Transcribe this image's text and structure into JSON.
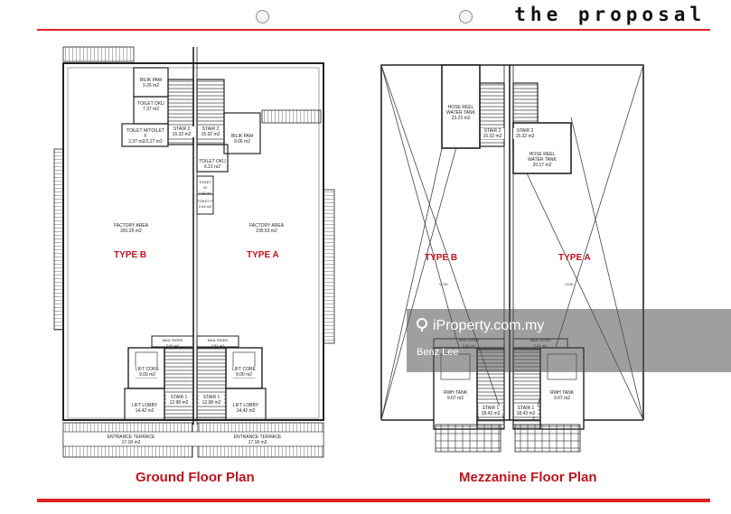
{
  "header": {
    "title": "the proposal"
  },
  "ground_floor": {
    "caption": "Ground Floor Plan",
    "rooms": {
      "bilik_pam_b": [
        "BILIK PAM",
        "9.26 m2"
      ],
      "toilet_oku_b": [
        "TOILET OKU",
        "7.37 m2"
      ],
      "toilet_mf_b": [
        "TOILET M/TOILET F",
        "2.37 m2/2.27 m2"
      ],
      "stair2_b": [
        "STAIR 2",
        "15.32 m2"
      ],
      "stair2_a": [
        "STAIR 2",
        "15.32 m2"
      ],
      "bilik_pam_a": [
        "BILIK PAM",
        "9.06 m2"
      ],
      "toilet_oku_a": [
        "TOILET OKU",
        "6.21 m2"
      ],
      "toilet_m_a": [
        "TOILET M",
        "2.44 m2"
      ],
      "toilet_f_a": [
        "TOILET F",
        "2.44 m2"
      ],
      "factory_b": [
        "FACTORY AREA",
        "281.25 m2"
      ],
      "factory_a": [
        "FACTORY AREA",
        "235.53 m2"
      ],
      "mail_b": [
        "MAIL RISER",
        "2.81 m2"
      ],
      "mail_a": [
        "MAIL RISER",
        "2.81 m2"
      ],
      "lift_core_b": [
        "LIFT CORE",
        "9.00 m2"
      ],
      "lift_core_a": [
        "LIFT CORE",
        "9.00 m2"
      ],
      "lift_lobby_b": [
        "LIFT LOBBY",
        "14.42 m2"
      ],
      "lift_lobby_a": [
        "LIFT LOBBY",
        "14.42 m2"
      ],
      "stair1_b": [
        "STAIR 1",
        "12.98 m2"
      ],
      "stair1_a": [
        "STAIR 1",
        "12.98 m2"
      ],
      "entrance_b": [
        "ENTRANCE TERRACE",
        "17.18 m2"
      ],
      "entrance_a": [
        "ENTRANCE TERRACE",
        "17.18 m2"
      ]
    },
    "type_b": "TYPE B",
    "type_a": "TYPE A"
  },
  "mezzanine": {
    "caption": "Mezzanine Floor Plan",
    "rooms": {
      "hose_reel_b": [
        "HOSE REEL",
        "WATER TANK",
        "23.23 m2"
      ],
      "hose_reel_a": [
        "HOSE REEL",
        "WATER TANK",
        "20.17 m2"
      ],
      "stair2_b": [
        "STAIR 2",
        "15.32 m2"
      ],
      "stair2_a": [
        "STAIR 2",
        "15.32 m2"
      ],
      "rwh_b": [
        "RWH TANK",
        "9.67 m2"
      ],
      "rwh_a": [
        "RWH TANK",
        "9.67 m2"
      ],
      "stair1_b": [
        "STAIR 1",
        "18.43 m2"
      ],
      "stair1_a": [
        "STAIR 1",
        "18.43 m2"
      ],
      "mail_b": [
        "MAIL RISER",
        "2.81 m2"
      ],
      "mail_a": [
        "MAIL RISER",
        "2.81 m2"
      ]
    },
    "void_label": "VOID",
    "type_b": "TYPE B",
    "type_a": "TYPE A"
  },
  "watermark": {
    "brand": "iProperty.com.my",
    "agent": "Benz Lee"
  },
  "colors": {
    "accent_red": "#c0121c",
    "line": "#222222"
  }
}
